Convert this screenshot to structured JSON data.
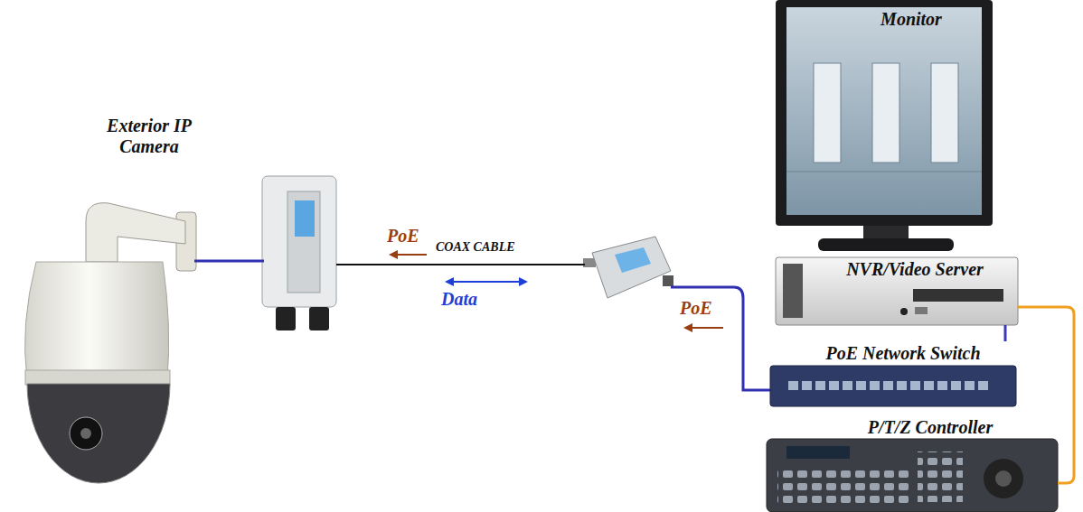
{
  "diagram": {
    "nodes": [
      {
        "text": [
          "Exterior IP Camera"
        ]
      },
      {
        "text": [
          "Monitor"
        ]
      },
      {
        "text": [
          "NVR/Video Server"
        ]
      },
      {
        "text": [
          "PoE Network Switch"
        ]
      },
      {
        "text": [
          "P/T/Z Controller"
        ]
      }
    ],
    "edges": [
      {
        "from": 2,
        "to": 3,
        "arrow": "none"
      },
      {
        "from": 2,
        "to": 4,
        "arrow": "none"
      }
    ],
    "labels": [
      "PoE",
      "COAX CABLE",
      "Data",
      "PoE"
    ]
  }
}
